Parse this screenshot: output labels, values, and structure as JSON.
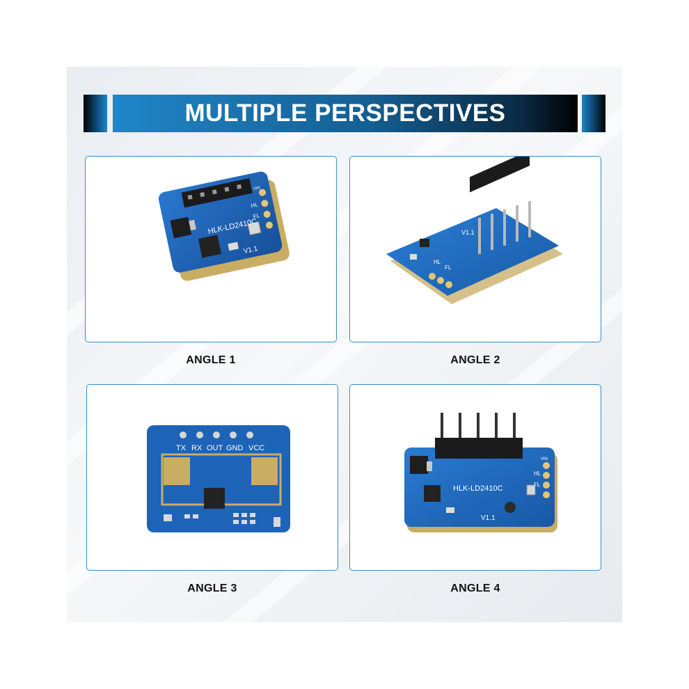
{
  "banner": {
    "title": "MULTIPLE PERSPECTIVES"
  },
  "cards": [
    {
      "caption": "ANGLE 1",
      "board_label": "HLK-LD2410C",
      "version": "V1.1",
      "pin_labels": [
        "VIN",
        "HL",
        "FL"
      ]
    },
    {
      "caption": "ANGLE 2",
      "version": "V1.1",
      "pin_labels": [
        "HL",
        "FL"
      ]
    },
    {
      "caption": "ANGLE 3",
      "pin_labels": [
        "TX",
        "RX",
        "OUT",
        "GND",
        "VCC"
      ]
    },
    {
      "caption": "ANGLE 4",
      "board_label": "HLK-LD2410C",
      "version": "V1.1",
      "pin_labels": [
        "VIN",
        "HL",
        "FL"
      ]
    }
  ],
  "colors": {
    "pcb_blue": "#1d63b8",
    "banner_blue": "#1f86c8",
    "card_border": "#3a8cc4",
    "antenna_gold": "#c9ad63"
  }
}
